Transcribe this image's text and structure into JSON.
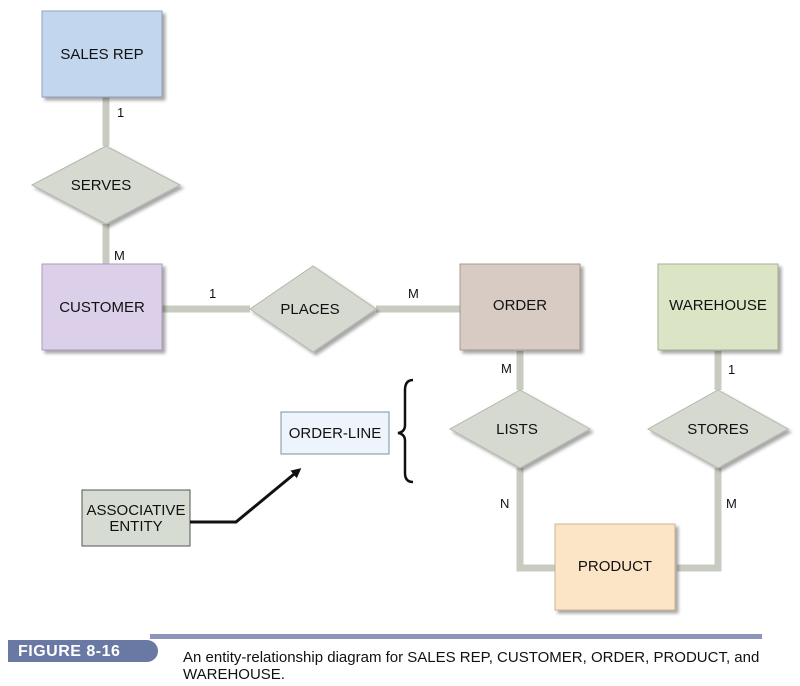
{
  "entities": {
    "sales_rep": "SALES REP",
    "customer": "CUSTOMER",
    "order": "ORDER",
    "warehouse": "WAREHOUSE",
    "product": "PRODUCT",
    "order_line": "ORDER-LINE",
    "associative_entity_line1": "ASSOCIATIVE",
    "associative_entity_line2": "ENTITY"
  },
  "relationships": {
    "serves": "SERVES",
    "places": "PLACES",
    "lists": "LISTS",
    "stores": "STORES"
  },
  "cardinalities": {
    "salesrep_serves": "1",
    "serves_customer": "M",
    "customer_places": "1",
    "places_order": "M",
    "order_lists": "M",
    "lists_product": "N",
    "warehouse_stores": "1",
    "stores_product": "M"
  },
  "caption": {
    "figure_label": "FIGURE 8-16",
    "text": "An entity-relationship diagram for SALES REP, CUSTOMER, ORDER, PRODUCT, and WAREHOUSE."
  },
  "colors": {
    "sales_rep": "#c2d6ee",
    "customer": "#dccfe9",
    "order": "#d8cbc4",
    "warehouse": "#dce4c6",
    "product": "#fbe5c6",
    "order_line": "#eef4fb",
    "associative": "#d6dcd2",
    "diamond": "#d6d9d0",
    "connector": "#c7cbc0"
  }
}
